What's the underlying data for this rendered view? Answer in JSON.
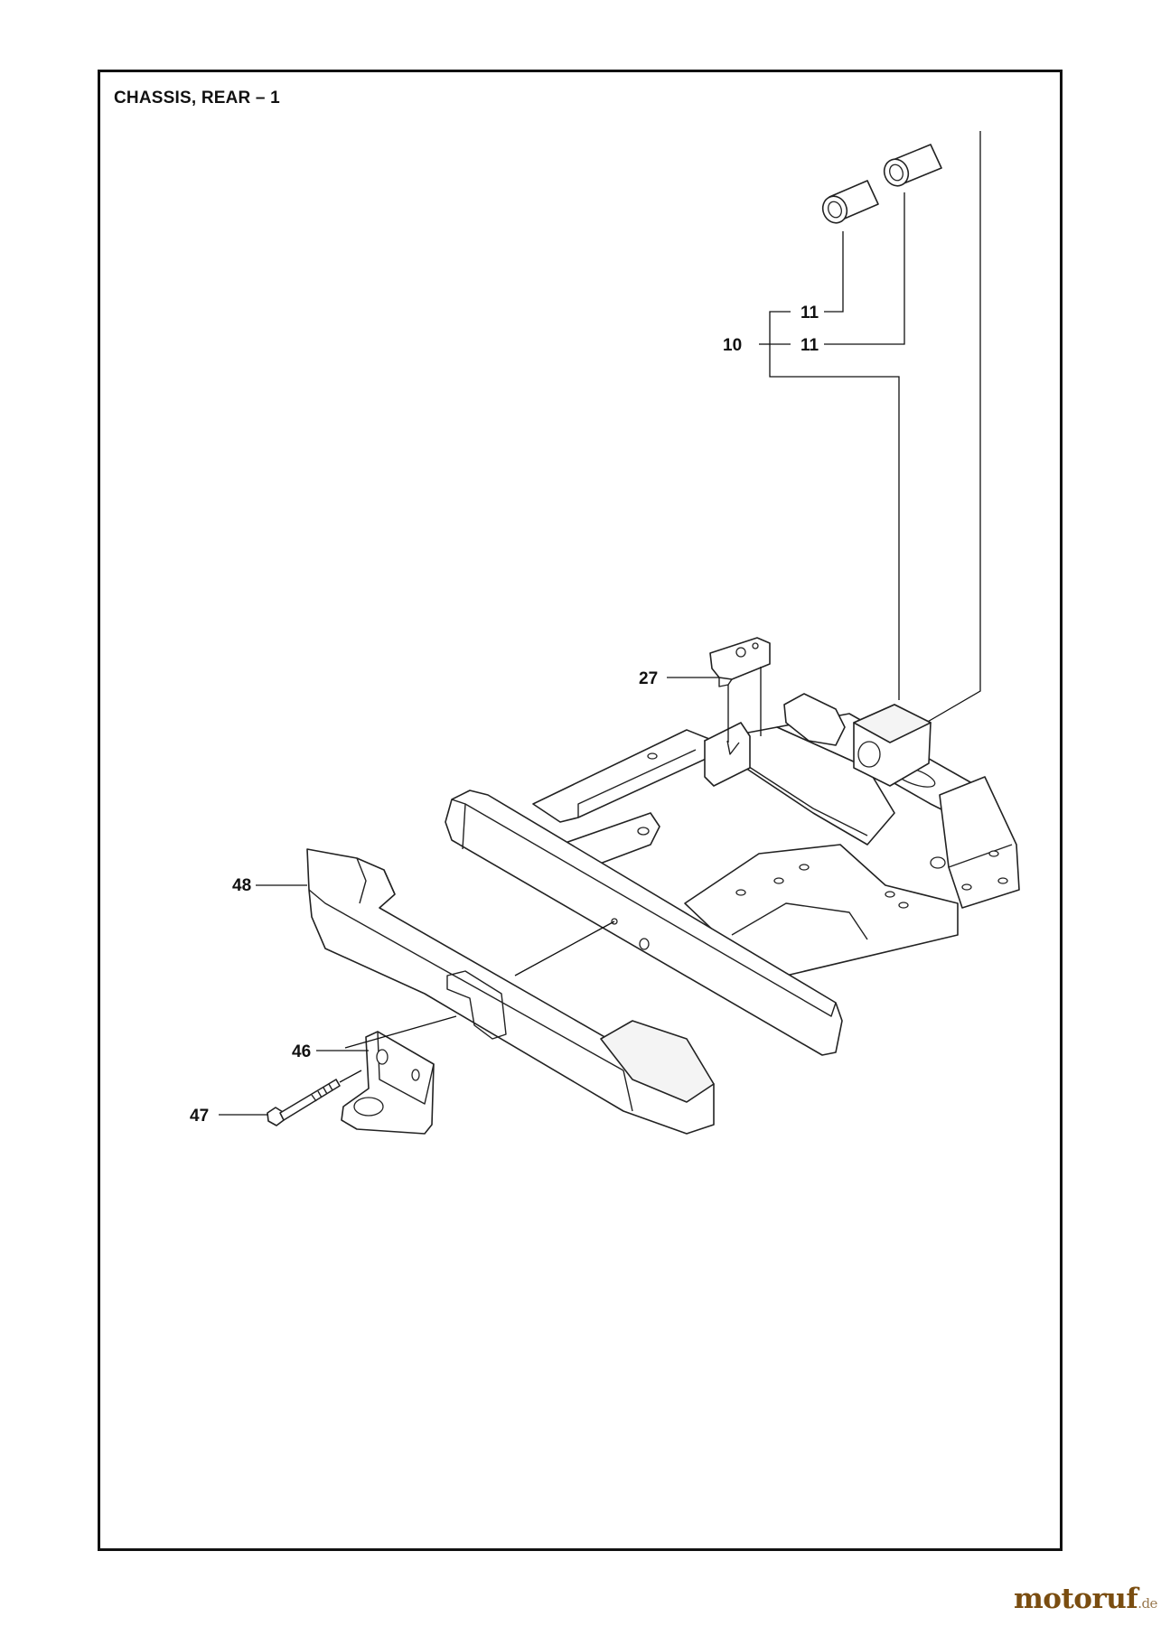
{
  "title": "CHASSIS, REAR – 1",
  "callouts": {
    "c10": "10",
    "c11a": "11",
    "c11b": "11",
    "c27": "27",
    "c46": "46",
    "c47": "47",
    "c48": "48"
  },
  "watermark": {
    "main": "motoruf",
    "tld": ".de"
  },
  "colors": {
    "line": "#222222",
    "watermark": "#7a4d10"
  }
}
